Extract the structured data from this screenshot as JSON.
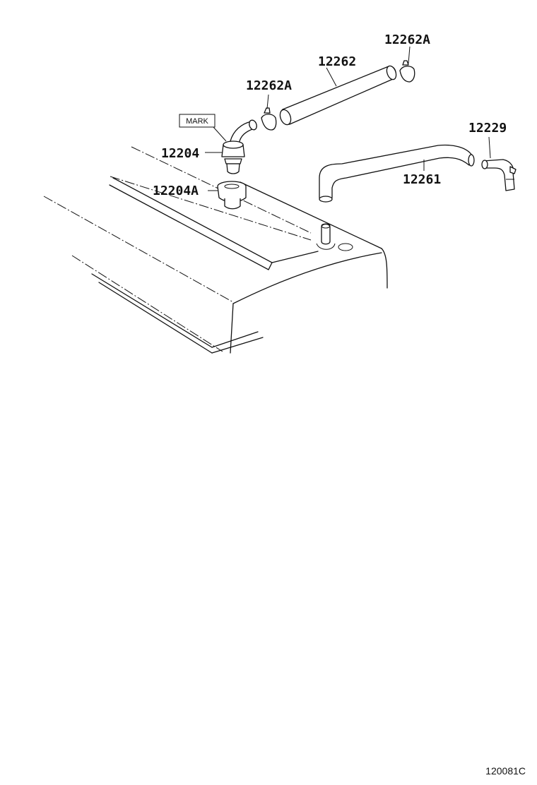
{
  "diagram": {
    "mark_label": "MARK",
    "labels": {
      "p12262A_top": "12262A",
      "p12262": "12262",
      "p12262A_left": "12262A",
      "p12204": "12204",
      "p12204A": "12204A",
      "p12229": "12229",
      "p12261": "12261"
    },
    "illustration_code": "120081C"
  }
}
